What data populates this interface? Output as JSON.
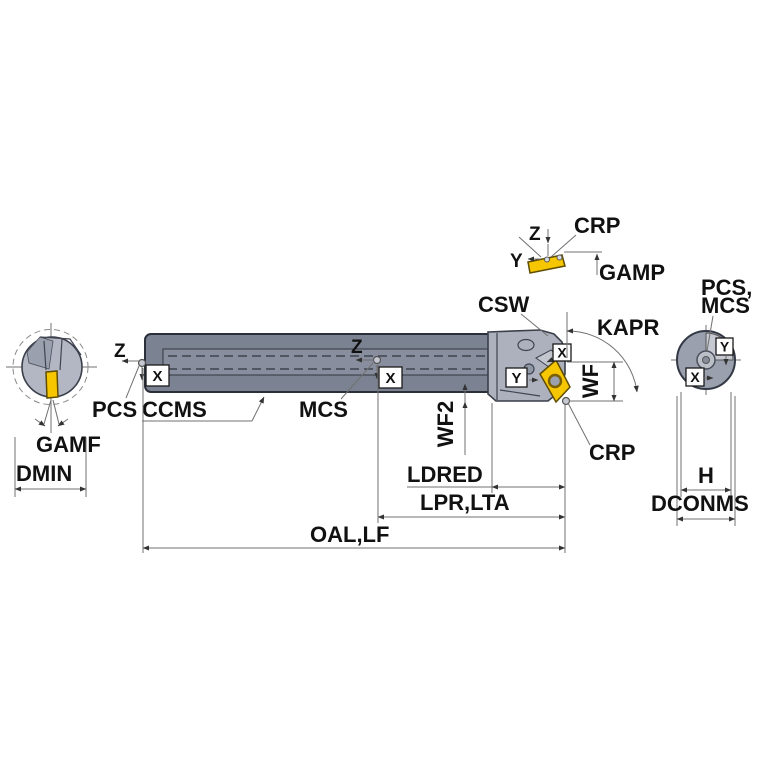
{
  "diagram_title": "boring-bar-tool-holder-dimension-diagram",
  "colors": {
    "background": "#ffffff",
    "insert_yellow": "#f6c600",
    "bar_gray": "#7b8292",
    "flat_gray": "#888e9d",
    "head_gray": "#adb1be",
    "front_circle_gray": "#b3b7c3",
    "end_circle_gray": "#9ba0ae",
    "outline_dark": "#2a2f3a",
    "dim_line_gray": "#707070",
    "text_black": "#111111"
  },
  "views": {
    "front": {
      "gamf_label": "GAMF",
      "dmin_label": "DMIN"
    },
    "side": {
      "pcs_label": "PCS",
      "ccms_label": "CCMS",
      "mcs_label": "MCS",
      "csw_label": "CSW",
      "kapr_label": "KAPR",
      "wf_label": "WF",
      "wf2_label": "WF2",
      "crp_label": "CRP",
      "ldred_label": "LDRED",
      "lpr_lta_label": "LPR,LTA",
      "oal_lf_label": "OAL,LF",
      "axes": {
        "z_left": "Z",
        "x_left": "X",
        "z_mid": "Z",
        "x_mid": "X",
        "x_head": "X",
        "y_head": "Y"
      }
    },
    "insert_top": {
      "crp_label": "CRP",
      "gamp_label": "GAMP",
      "axes": {
        "z": "Z",
        "y": "Y"
      }
    },
    "end": {
      "pcs_mcs_line1": "PCS,",
      "pcs_mcs_line2": "MCS",
      "h_label": "H",
      "dconms_label": "DCONMS",
      "axes": {
        "y": "Y",
        "x": "X"
      }
    }
  }
}
